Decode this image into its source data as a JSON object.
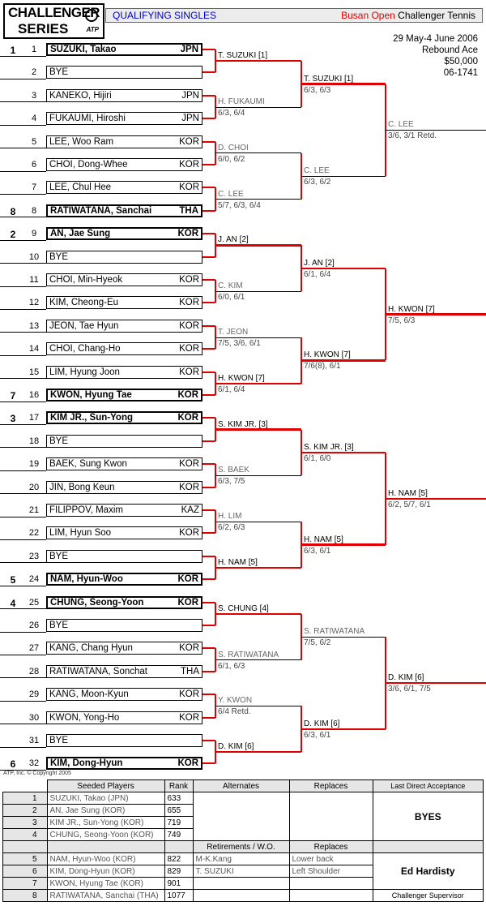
{
  "header": {
    "logo_line1": "CHALLENGER",
    "logo_line2": "SERIES",
    "logo_atp": "ATP",
    "section": "QUALIFYING SINGLES",
    "event_red": "Busan Open",
    "event_black": "Challenger Tennis",
    "dates": "29 May-4 June 2006",
    "surface": "Rebound Ace",
    "prize": "$50,000",
    "code": "06-1741"
  },
  "colors": {
    "accent_red": "#e00000",
    "title_blue": "#0000cc",
    "panel_gray": "#e6e6e6"
  },
  "draw": [
    {
      "n": "1",
      "seed": "1",
      "name": "SUZUKI, Takao",
      "country": "JPN",
      "seeded": true
    },
    {
      "n": "2",
      "seed": "",
      "name": "BYE",
      "country": "",
      "seeded": false
    },
    {
      "n": "3",
      "seed": "",
      "name": "KANEKO, Hijiri",
      "country": "JPN",
      "seeded": false
    },
    {
      "n": "4",
      "seed": "",
      "name": "FUKAUMI, Hiroshi",
      "country": "JPN",
      "seeded": false
    },
    {
      "n": "5",
      "seed": "",
      "name": "LEE, Woo Ram",
      "country": "KOR",
      "seeded": false
    },
    {
      "n": "6",
      "seed": "",
      "name": "CHOI, Dong-Whee",
      "country": "KOR",
      "seeded": false
    },
    {
      "n": "7",
      "seed": "",
      "name": "LEE, Chul Hee",
      "country": "KOR",
      "seeded": false
    },
    {
      "n": "8",
      "seed": "8",
      "name": "RATIWATANA, Sanchai",
      "country": "THA",
      "seeded": true
    },
    {
      "n": "9",
      "seed": "2",
      "name": "AN, Jae Sung",
      "country": "KOR",
      "seeded": true
    },
    {
      "n": "10",
      "seed": "",
      "name": "BYE",
      "country": "",
      "seeded": false
    },
    {
      "n": "11",
      "seed": "",
      "name": "CHOI, Min-Hyeok",
      "country": "KOR",
      "seeded": false
    },
    {
      "n": "12",
      "seed": "",
      "name": "KIM, Cheong-Eu",
      "country": "KOR",
      "seeded": false
    },
    {
      "n": "13",
      "seed": "",
      "name": "JEON, Tae Hyun",
      "country": "KOR",
      "seeded": false
    },
    {
      "n": "14",
      "seed": "",
      "name": "CHOI, Chang-Ho",
      "country": "KOR",
      "seeded": false
    },
    {
      "n": "15",
      "seed": "",
      "name": "LIM, Hyung Joon",
      "country": "KOR",
      "seeded": false
    },
    {
      "n": "16",
      "seed": "7",
      "name": "KWON, Hyung Tae",
      "country": "KOR",
      "seeded": true
    },
    {
      "n": "17",
      "seed": "3",
      "name": "KIM JR., Sun-Yong",
      "country": "KOR",
      "seeded": true
    },
    {
      "n": "18",
      "seed": "",
      "name": "BYE",
      "country": "",
      "seeded": false
    },
    {
      "n": "19",
      "seed": "",
      "name": "BAEK, Sung Kwon",
      "country": "KOR",
      "seeded": false
    },
    {
      "n": "20",
      "seed": "",
      "name": "JIN, Bong Keun",
      "country": "KOR",
      "seeded": false
    },
    {
      "n": "21",
      "seed": "",
      "name": "FILIPPOV, Maxim",
      "country": "KAZ",
      "seeded": false
    },
    {
      "n": "22",
      "seed": "",
      "name": "LIM, Hyun Soo",
      "country": "KOR",
      "seeded": false
    },
    {
      "n": "23",
      "seed": "",
      "name": "BYE",
      "country": "",
      "seeded": false
    },
    {
      "n": "24",
      "seed": "5",
      "name": "NAM, Hyun-Woo",
      "country": "KOR",
      "seeded": true
    },
    {
      "n": "25",
      "seed": "4",
      "name": "CHUNG, Seong-Yoon",
      "country": "KOR",
      "seeded": true
    },
    {
      "n": "26",
      "seed": "",
      "name": "BYE",
      "country": "",
      "seeded": false
    },
    {
      "n": "27",
      "seed": "",
      "name": "KANG, Chang Hyun",
      "country": "KOR",
      "seeded": false
    },
    {
      "n": "28",
      "seed": "",
      "name": "RATIWATANA, Sonchat",
      "country": "THA",
      "seeded": false
    },
    {
      "n": "29",
      "seed": "",
      "name": "KANG, Moon-Kyun",
      "country": "KOR",
      "seeded": false
    },
    {
      "n": "30",
      "seed": "",
      "name": "KWON, Yong-Ho",
      "country": "KOR",
      "seeded": false
    },
    {
      "n": "31",
      "seed": "",
      "name": "BYE",
      "country": "",
      "seeded": false
    },
    {
      "n": "32",
      "seed": "6",
      "name": "KIM, Dong-Hyun",
      "country": "KOR",
      "seeded": true
    }
  ],
  "round2": [
    {
      "name": "T. SUZUKI [1]",
      "score": "",
      "seeded": true
    },
    {
      "name": "H. FUKAUMI",
      "score": "6/3, 6/4",
      "seeded": false
    },
    {
      "name": "D. CHOI",
      "score": "6/0, 6/2",
      "seeded": false
    },
    {
      "name": "C. LEE",
      "score": "5/7, 6/3, 6/4",
      "seeded": false
    },
    {
      "name": "J. AN [2]",
      "score": "",
      "seeded": true
    },
    {
      "name": "C. KIM",
      "score": "6/0, 6/1",
      "seeded": false
    },
    {
      "name": "T. JEON",
      "score": "7/5, 3/6, 6/1",
      "seeded": false
    },
    {
      "name": "H. KWON [7]",
      "score": "6/1, 6/4",
      "seeded": true
    },
    {
      "name": "S. KIM JR. [3]",
      "score": "",
      "seeded": true
    },
    {
      "name": "S. BAEK",
      "score": "6/3, 7/5",
      "seeded": false
    },
    {
      "name": "H. LIM",
      "score": "6/2, 6/3",
      "seeded": false
    },
    {
      "name": "H. NAM [5]",
      "score": "",
      "seeded": true
    },
    {
      "name": "S. CHUNG [4]",
      "score": "",
      "seeded": true
    },
    {
      "name": "S. RATIWATANA",
      "score": "6/1, 6/3",
      "seeded": false
    },
    {
      "name": "Y. KWON",
      "score": "6/4 Retd.",
      "seeded": false
    },
    {
      "name": "D. KIM [6]",
      "score": "",
      "seeded": true
    }
  ],
  "round3": [
    {
      "name": "T. SUZUKI [1]",
      "score": "6/3, 6/3",
      "seeded": true
    },
    {
      "name": "C. LEE",
      "score": "6/3, 6/2",
      "seeded": false
    },
    {
      "name": "J. AN [2]",
      "score": "6/1, 6/4",
      "seeded": true
    },
    {
      "name": "H. KWON [7]",
      "score": "7/6(8), 6/1",
      "seeded": true
    },
    {
      "name": "S. KIM JR. [3]",
      "score": "6/1, 6/0",
      "seeded": true
    },
    {
      "name": "H. NAM [5]",
      "score": "6/3, 6/1",
      "seeded": true
    },
    {
      "name": "S. RATIWATANA",
      "score": "7/5, 6/2",
      "seeded": false
    },
    {
      "name": "D. KIM [6]",
      "score": "6/3, 6/1",
      "seeded": true
    }
  ],
  "round4": [
    {
      "name": "C. LEE",
      "score": "3/6, 3/1 Retd.",
      "seeded": false
    },
    {
      "name": "H. KWON [7]",
      "score": "7/5, 6/3",
      "seeded": true
    },
    {
      "name": "H. NAM [5]",
      "score": "6/2, 5/7, 6/1",
      "seeded": true
    },
    {
      "name": "D. KIM [6]",
      "score": "3/6, 6/1, 7/5",
      "seeded": true
    }
  ],
  "footer": {
    "copyright": "ATP, Inc. © Copyright 2005",
    "seeded_header": "Seeded Players",
    "rank_header": "Rank",
    "alternates_header": "Alternates",
    "replaces_header": "Replaces",
    "lda_header": "Last Direct Acceptance",
    "byes": "BYES",
    "retirements_header": "Retirements / W.O.",
    "replaces_header2": "Replaces",
    "supervisor_name": "Ed Hardisty",
    "supervisor_label": "Challenger Supervisor",
    "seeds": [
      {
        "no": "1",
        "player": "SUZUKI, Takao (JPN)",
        "rank": "633"
      },
      {
        "no": "2",
        "player": "AN, Jae Sung (KOR)",
        "rank": "655"
      },
      {
        "no": "3",
        "player": "KIM JR., Sun-Yong (KOR)",
        "rank": "719"
      },
      {
        "no": "4",
        "player": "CHUNG, Seong-Yoon (KOR)",
        "rank": "749"
      },
      {
        "no": "5",
        "player": "NAM, Hyun-Woo (KOR)",
        "rank": "822"
      },
      {
        "no": "6",
        "player": "KIM, Dong-Hyun (KOR)",
        "rank": "829"
      },
      {
        "no": "7",
        "player": "KWON, Hyung Tae (KOR)",
        "rank": "901"
      },
      {
        "no": "8",
        "player": "RATIWATANA, Sanchai (THA)",
        "rank": "1077"
      }
    ],
    "retirements": [
      {
        "player": "M-K.Kang",
        "reason": "Lower back"
      },
      {
        "player": "T. SUZUKI",
        "reason": "Left Shoulder"
      }
    ]
  }
}
